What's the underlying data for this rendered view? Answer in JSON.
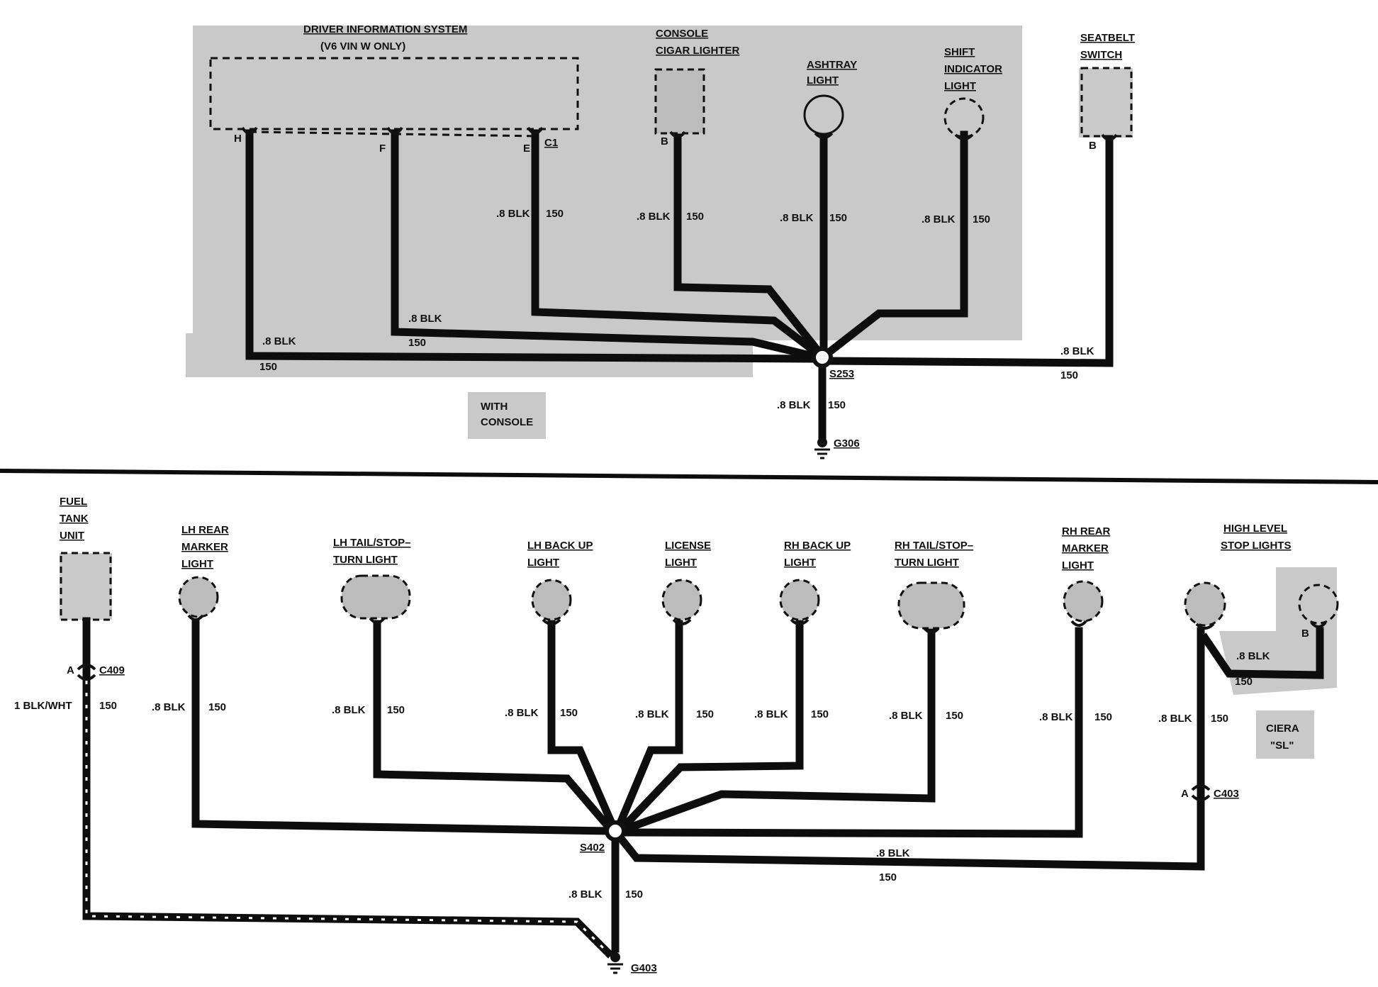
{
  "top": {
    "driver_info_title": "DRIVER INFORMATION SYSTEM",
    "driver_info_sub": "(V6 VIN W ONLY)",
    "pin_h": "H",
    "pin_f": "F",
    "pin_e": "E",
    "conn_c1": "C1",
    "console_cigar_1": "CONSOLE",
    "console_cigar_2": "CIGAR LIGHTER",
    "pin_b_cigar": "B",
    "ashtray_1": "ASHTRAY",
    "ashtray_2": "LIGHT",
    "shift_1": "SHIFT",
    "shift_2": "INDICATOR",
    "shift_3": "LIGHT",
    "seatbelt_1": "SEATBELT",
    "seatbelt_2": "SWITCH",
    "pin_b_seatbelt": "B",
    "with_console_1": "WITH",
    "with_console_2": "CONSOLE",
    "splice": "S253",
    "ground": "G306",
    "wire_color": ".8 BLK",
    "circuit": "150"
  },
  "bottom": {
    "fuel_1": "FUEL",
    "fuel_2": "TANK",
    "fuel_3": "UNIT",
    "pin_a_fuel": "A",
    "conn_c409": "C409",
    "fuel_wire_color": "1 BLK/WHT",
    "lh_rear_1": "LH REAR",
    "lh_rear_2": "MARKER",
    "lh_rear_3": "LIGHT",
    "lh_tail_1": "LH TAIL/STOP–",
    "lh_tail_2": "TURN LIGHT",
    "lh_backup_1": "LH BACK UP",
    "lh_backup_2": "LIGHT",
    "license_1": "LICENSE",
    "license_2": "LIGHT",
    "rh_backup_1": "RH BACK UP",
    "rh_backup_2": "LIGHT",
    "rh_tail_1": "RH TAIL/STOP–",
    "rh_tail_2": "TURN LIGHT",
    "rh_rear_1": "RH REAR",
    "rh_rear_2": "MARKER",
    "rh_rear_3": "LIGHT",
    "high_level_1": "HIGH LEVEL",
    "high_level_2": "STOP LIGHTS",
    "pin_b_high": "B",
    "pin_a_c403": "A",
    "conn_c403": "C403",
    "ciera_1": "CIERA",
    "ciera_2": "\"SL\"",
    "splice": "S402",
    "ground": "G403",
    "wire_color": ".8 BLK",
    "circuit": "150"
  }
}
